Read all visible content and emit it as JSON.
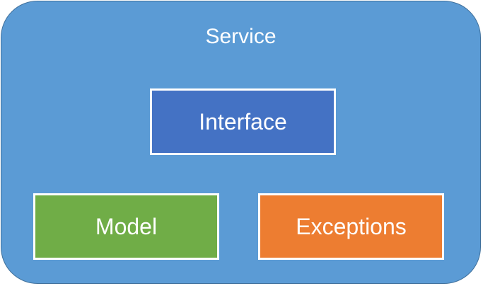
{
  "service": {
    "title": "Service",
    "fill_color": "#5b9bd5",
    "border_color": "#41719c"
  },
  "components": {
    "interface": {
      "label": "Interface",
      "fill_color": "#4472c4"
    },
    "model": {
      "label": "Model",
      "fill_color": "#70ad47"
    },
    "exceptions": {
      "label": "Exceptions",
      "fill_color": "#ed7d31"
    }
  },
  "text_color": "#ffffff",
  "box_border_color": "#ffffff"
}
